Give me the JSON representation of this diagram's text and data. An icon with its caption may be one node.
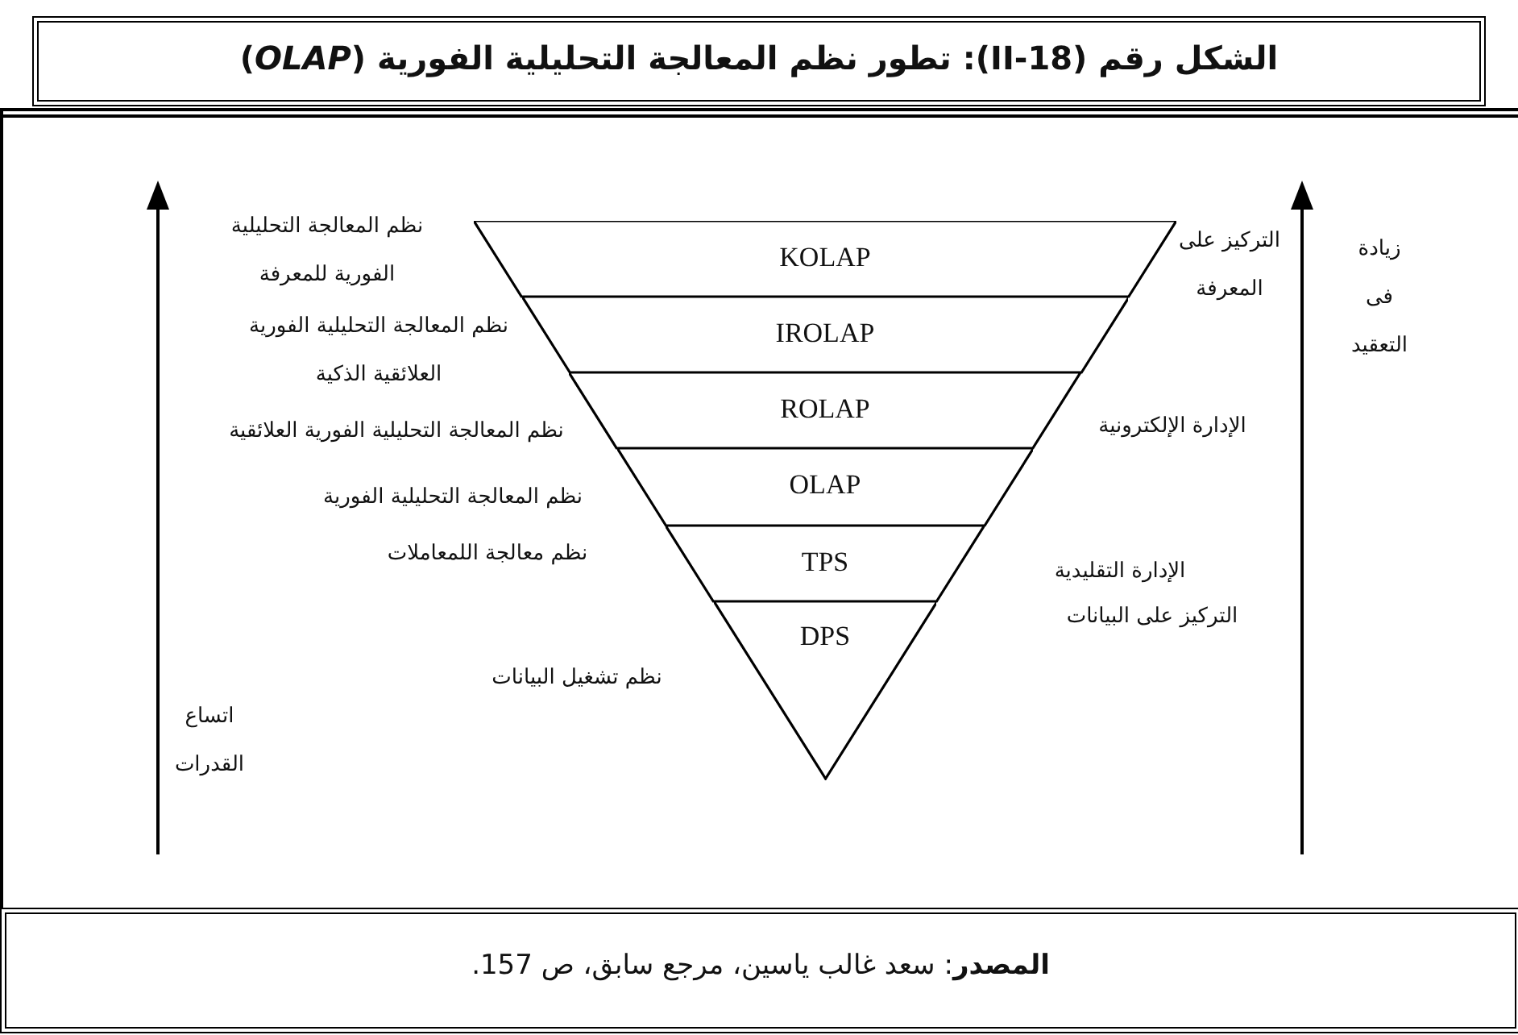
{
  "diagram": {
    "title": "الشكل رقم (18-II): تطور نظم المعالجة التحليلية الفورية (*OLAP*)",
    "caption": "**المصدر**: سعد غالب ياسين، مرجع سابق، ص 157.",
    "nodes": [
      {
        "text": [
          "KOLAP"
        ]
      },
      {
        "text": [
          "IROLAP"
        ]
      },
      {
        "text": [
          "ROLAP"
        ]
      },
      {
        "text": [
          "OLAP"
        ]
      },
      {
        "text": [
          "TPS"
        ]
      },
      {
        "text": [
          "DPS"
        ]
      }
    ],
    "edges": [],
    "labels": [
      "نظم المعالجة التحليلية الفورية للمعرفة",
      "التركيز على المعرفة",
      "زيادة فى التعقيد",
      "نظم المعالجة التحليلية الفورية العلائقية الذكية",
      "نظم المعالجة التحليلية الفورية العلائقية",
      "الإدارة الإلكترونية",
      "نظم المعالجة التحليلية الفورية",
      "نظم معالجة اللمعاملات",
      "الإدارة التقليدية",
      "التركيز على البيانات",
      "نظم تشغيل البيانات",
      "اتساع القدرات"
    ]
  }
}
